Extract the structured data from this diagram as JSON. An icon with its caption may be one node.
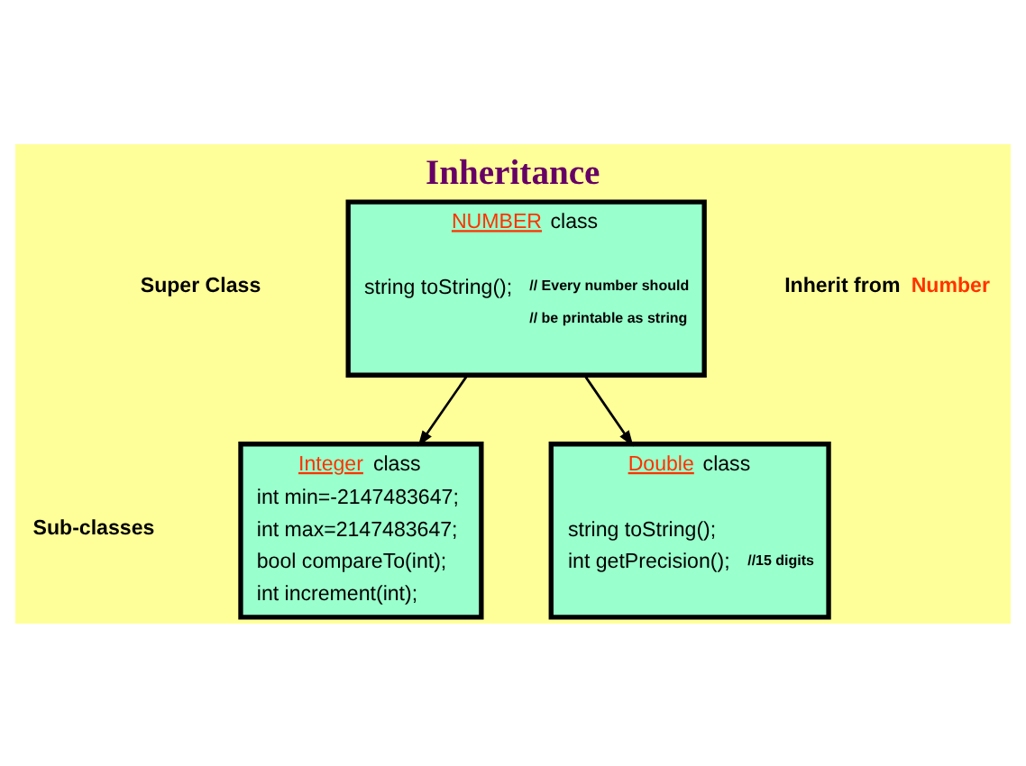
{
  "diagram": {
    "title": "Inheritance",
    "nodes": [
      {
        "text": [
          "NUMBER class",
          "string toString();",
          "// Every number should",
          "// be printable as string"
        ]
      },
      {
        "text": [
          "Integer class",
          "int min=-2147483647;",
          "int max=2147483647;",
          "bool compareTo(int);",
          "int increment(int);"
        ]
      },
      {
        "text": [
          "Double class",
          "string toString();",
          "int getPrecision();",
          "//15 digits"
        ]
      }
    ],
    "edges": [
      {
        "from": 0,
        "to": 1,
        "arrow": "to"
      },
      {
        "from": 0,
        "to": 2,
        "arrow": "to"
      }
    ],
    "labels": [
      "Super Class",
      "Inherit from Number",
      "Sub-classes"
    ]
  }
}
